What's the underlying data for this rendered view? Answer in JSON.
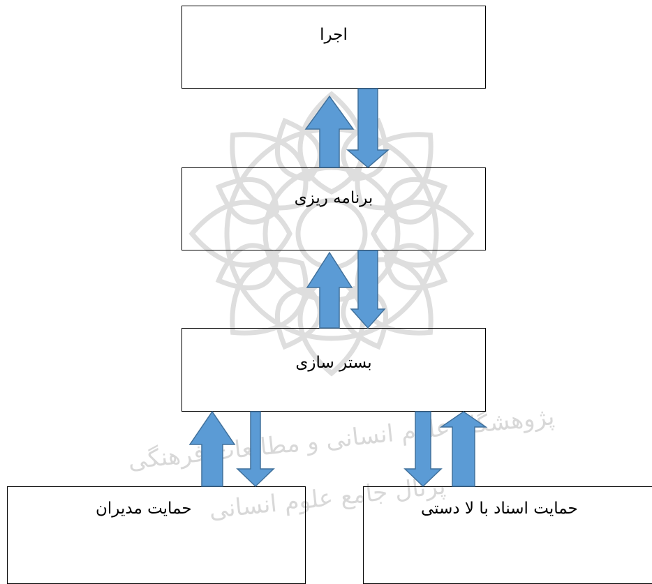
{
  "diagram": {
    "boxes": {
      "top": "اجرا",
      "middle": "برنامه ریزی",
      "lower": "بستر سازی",
      "bottom_left": "حمایت مدیران",
      "bottom_right": "حمایت اسناد با لا دستی"
    },
    "watermark_text": [
      "پژوهشگاه علوم انسانی و مطالعات فرهنگی",
      "پرتال جامع علوم انسانی"
    ],
    "colors": {
      "arrow_fill": "#5b9bd5",
      "arrow_stroke": "#41719c",
      "box_border": "#000000",
      "watermark": "#c9c9c9"
    }
  }
}
